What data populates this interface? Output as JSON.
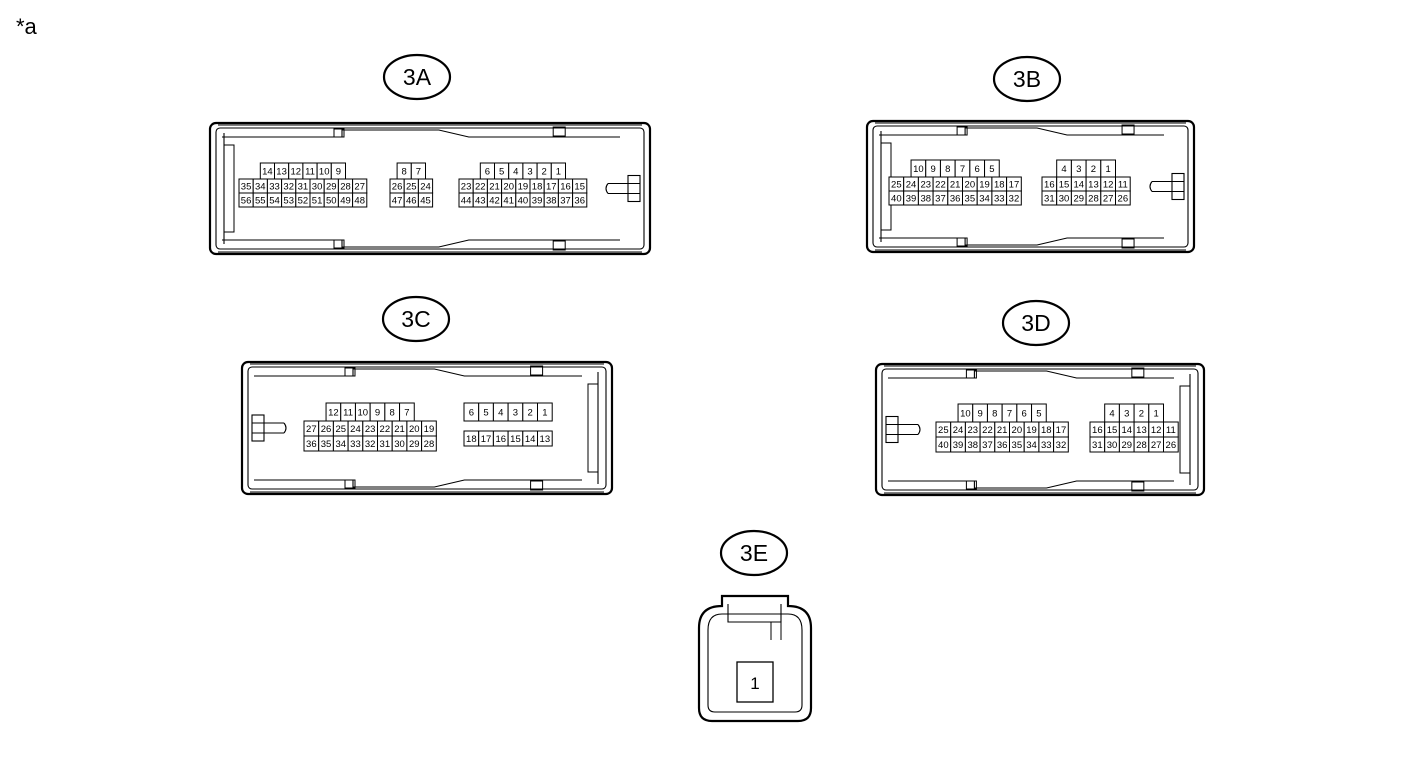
{
  "corner_label": "*a",
  "connectors": {
    "c3A": {
      "label": "3A",
      "groups": [
        {
          "rows": [
            [
              "14",
              "13",
              "12",
              "11",
              "10",
              "9"
            ],
            [
              "35",
              "34",
              "33",
              "32",
              "31",
              "30",
              "29",
              "28",
              "27"
            ],
            [
              "56",
              "55",
              "54",
              "53",
              "52",
              "51",
              "50",
              "49",
              "48"
            ]
          ]
        },
        {
          "rows": [
            [
              "8",
              "7"
            ],
            [
              "26",
              "25",
              "24"
            ],
            [
              "47",
              "46",
              "45"
            ]
          ]
        },
        {
          "rows": [
            [
              "6",
              "5",
              "4",
              "3",
              "2",
              "1"
            ],
            [
              "23",
              "22",
              "21",
              "20",
              "19",
              "18",
              "17",
              "16",
              "15"
            ],
            [
              "44",
              "43",
              "42",
              "41",
              "40",
              "39",
              "38",
              "37",
              "36"
            ]
          ]
        }
      ]
    },
    "c3B": {
      "label": "3B",
      "groups": [
        {
          "rows": [
            [
              "10",
              "9",
              "8",
              "7",
              "6",
              "5"
            ],
            [
              "25",
              "24",
              "23",
              "22",
              "21",
              "20",
              "19",
              "18",
              "17"
            ],
            [
              "40",
              "39",
              "38",
              "37",
              "36",
              "35",
              "34",
              "33",
              "32"
            ]
          ]
        },
        {
          "rows": [
            [
              "4",
              "3",
              "2",
              "1"
            ],
            [
              "16",
              "15",
              "14",
              "13",
              "12",
              "11"
            ],
            [
              "31",
              "30",
              "29",
              "28",
              "27",
              "26"
            ]
          ]
        }
      ]
    },
    "c3C": {
      "label": "3C",
      "groups": [
        {
          "rows": [
            [
              "12",
              "11",
              "10",
              "9",
              "8",
              "7"
            ],
            [
              "27",
              "26",
              "25",
              "24",
              "23",
              "22",
              "21",
              "20",
              "19"
            ],
            [
              "36",
              "35",
              "34",
              "33",
              "32",
              "31",
              "30",
              "29",
              "28"
            ]
          ]
        },
        {
          "rows": [
            [
              "6",
              "5",
              "4",
              "3",
              "2",
              "1"
            ],
            [
              "18",
              "17",
              "16",
              "15",
              "14",
              "13"
            ]
          ]
        }
      ]
    },
    "c3D": {
      "label": "3D",
      "groups": [
        {
          "rows": [
            [
              "10",
              "9",
              "8",
              "7",
              "6",
              "5"
            ],
            [
              "25",
              "24",
              "23",
              "22",
              "21",
              "20",
              "19",
              "18",
              "17"
            ],
            [
              "40",
              "39",
              "38",
              "37",
              "36",
              "35",
              "34",
              "33",
              "32"
            ]
          ]
        },
        {
          "rows": [
            [
              "4",
              "3",
              "2",
              "1"
            ],
            [
              "16",
              "15",
              "14",
              "13",
              "12",
              "11"
            ],
            [
              "31",
              "30",
              "29",
              "28",
              "27",
              "26"
            ]
          ]
        }
      ]
    },
    "c3E": {
      "label": "3E",
      "pin": "1"
    }
  }
}
